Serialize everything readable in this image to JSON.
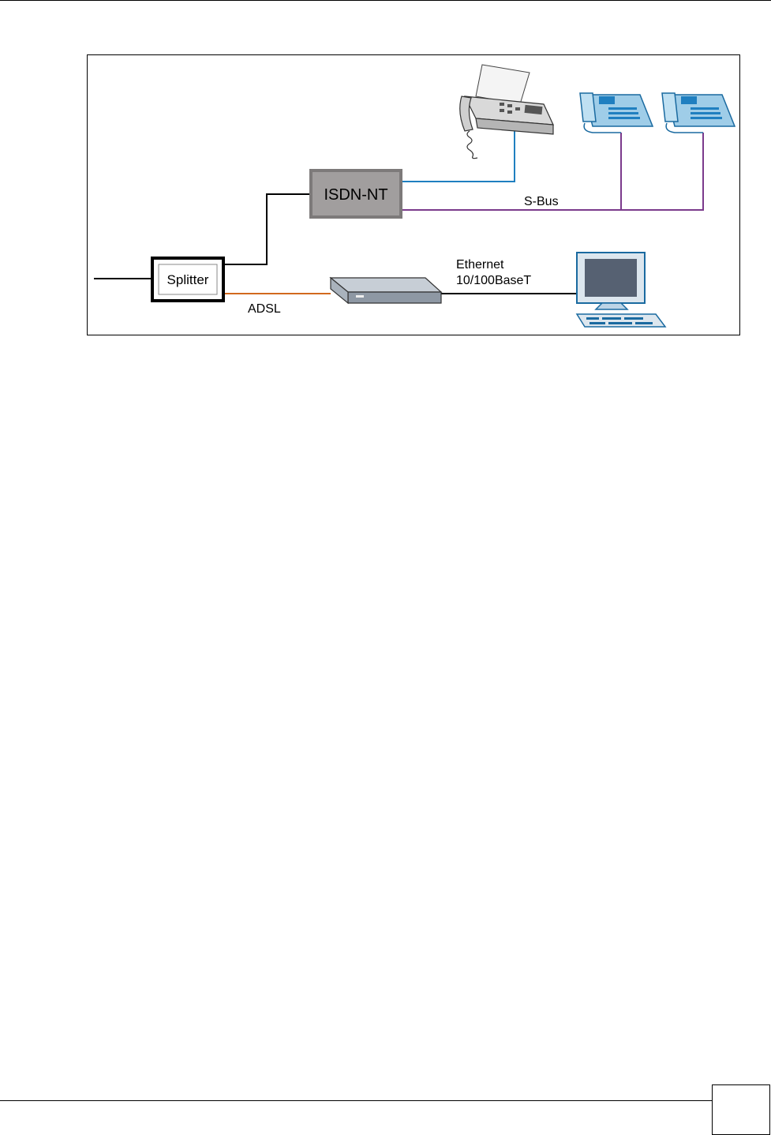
{
  "diagram": {
    "splitter_label": "Splitter",
    "isdn_nt_label": "ISDN-NT",
    "sbus_label": "S-Bus",
    "adsl_label": "ADSL",
    "ethernet_label_line1": "Ethernet",
    "ethernet_label_line2": "10/100BaseT",
    "icons": [
      "fax-machine-icon",
      "telephone-icon",
      "telephone-icon",
      "modem-router-icon",
      "computer-icon"
    ],
    "colors": {
      "isdn_box_fill": "#a19e9e",
      "fax_line": "#1f7fc0",
      "sbus_line": "#7b3a8c",
      "adsl_line": "#d2691e",
      "phone_blue": "#9fcde8",
      "monitor_screen": "#566172"
    }
  },
  "footer": {
    "page_number": ""
  }
}
